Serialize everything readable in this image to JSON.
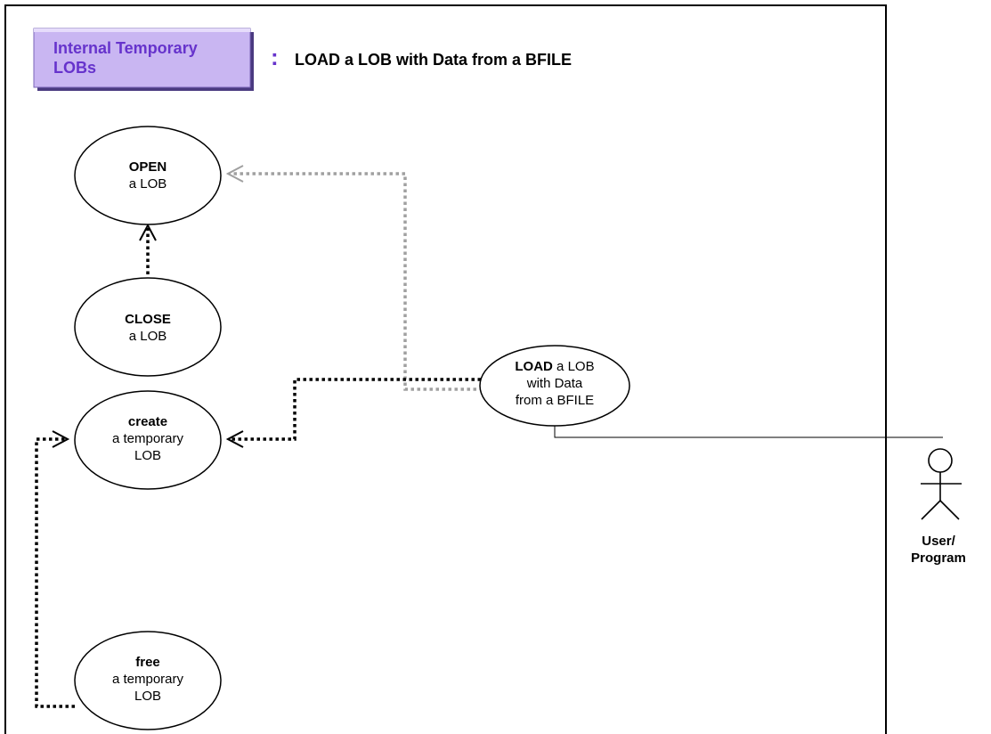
{
  "header": {
    "category_line1": "Internal Temporary",
    "category_line2": "LOBs",
    "separator": ":",
    "title": "LOAD a LOB with Data from a BFILE"
  },
  "use_cases": {
    "open": {
      "bold": "OPEN",
      "line2": "a LOB"
    },
    "close": {
      "bold": "CLOSE",
      "line2": "a LOB"
    },
    "create": {
      "bold": "create",
      "line2": "a temporary",
      "line3": "LOB"
    },
    "free": {
      "bold": "free",
      "line2": "a temporary",
      "line3": "LOB"
    },
    "load": {
      "bold": "LOAD",
      "line1_rest": " a LOB",
      "line2": "with Data",
      "line3": "from a BFILE"
    }
  },
  "actor": {
    "line1": "User/",
    "line2": "Program"
  },
  "colors": {
    "title_box_fill": "#c9b6f2",
    "title_box_accent": "#6633cc",
    "optional_dependency": "#a0a0a0",
    "dependency": "#000000"
  }
}
